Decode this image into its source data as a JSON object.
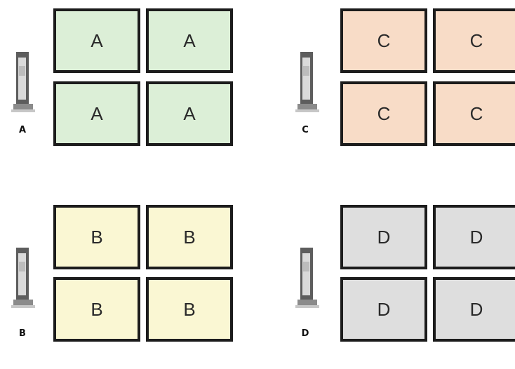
{
  "groups": [
    {
      "label": "A",
      "screens": [
        "A",
        "A",
        "A",
        "A"
      ],
      "fill_color": "#dcefd7"
    },
    {
      "label": "C",
      "screens": [
        "C",
        "C",
        "C",
        "C"
      ],
      "fill_color": "#f8dcc7"
    },
    {
      "label": "B",
      "screens": [
        "B",
        "B",
        "B",
        "B"
      ],
      "fill_color": "#faf7d3"
    },
    {
      "label": "D",
      "screens": [
        "D",
        "D",
        "D",
        "D"
      ],
      "fill_color": "#dedede"
    }
  ],
  "icon": "thin-client-pc-icon"
}
